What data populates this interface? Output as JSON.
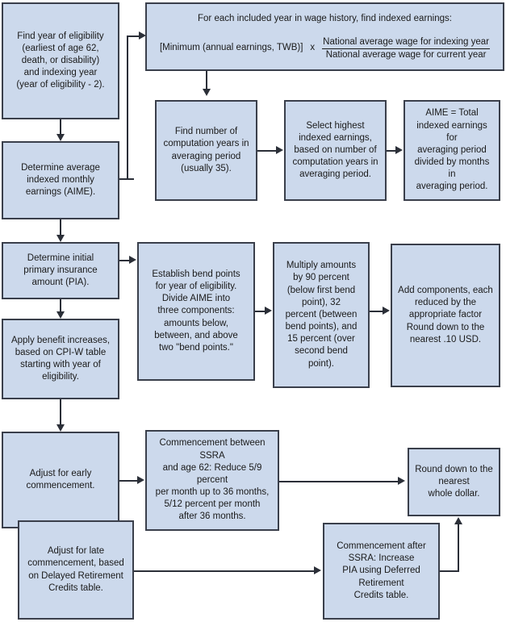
{
  "diagram": {
    "title": "Social Security benefit computation flowchart",
    "colors": {
      "node_fill": "#ccd9ec",
      "node_border": "#3a3f4b",
      "connector": "#2b2f38",
      "background": "#ffffff",
      "text": "#1a1a1a"
    },
    "nodes": {
      "find_year_eligibility": "Find year of eligibility\n(earliest of age 62,\ndeath, or disability)\nand indexing year\n(year of eligibility  - 2).",
      "determine_aime": "Determine average\nindexed monthly\nearnings (AIME).",
      "determine_pia": "Determine initial\nprimary insurance\namount (PIA).",
      "apply_benefit_increases": "Apply benefit increases,\nbased on CPI-W table\nstarting with year of\neligibility.",
      "adjust_early": "Adjust for early\ncommencement.",
      "adjust_late": "Adjust for late\ncommencement, based\non Delayed Retirement\nCredits table.",
      "indexed_earnings_title": "For each included year in wage history, find indexed earnings:",
      "indexed_earnings_lhs": "[Minimum (annual earnings, TWB)]",
      "indexed_earnings_times": "x",
      "indexed_earnings_numerator": "National average wage for indexing year",
      "indexed_earnings_denominator": "National average wage for current year",
      "computation_years": "Find number of\ncomputation years in\naveraging period\n(usually 35).",
      "select_highest": "Select highest\nindexed earnings,\nbased on number of\ncomputation years in\naveraging period.",
      "aime_total": "AIME = Total\nindexed earnings for\naveraging period\ndivided by months in\naveraging period.",
      "bend_points": "Establish bend points\nfor year of eligibility.\nDivide AIME into\nthree components:\namounts below,\nbetween, and above\ntwo \"bend points.\"",
      "multiply_percents": "Multiply amounts\nby 90 percent\n(below first bend\npoint),     32\npercent (between\nbend points), and\n15 percent (over\nsecond bend\npoint).",
      "add_components": "Add components, each\nreduced by the\nappropriate factor\nRound down to the\nnearest .10 USD.",
      "commencement_between": "Commencement between SSRA\nand age 62: Reduce 5/9 percent\nper month up to 36 months,\n5/12 percent  per month\nafter 36 months.",
      "commencement_after": "Commencement after\nSSRA: Increase\nPIA using Deferred\nRetirement\nCredits table.",
      "round_down": "Round down to the\nnearest\nwhole dollar."
    }
  }
}
